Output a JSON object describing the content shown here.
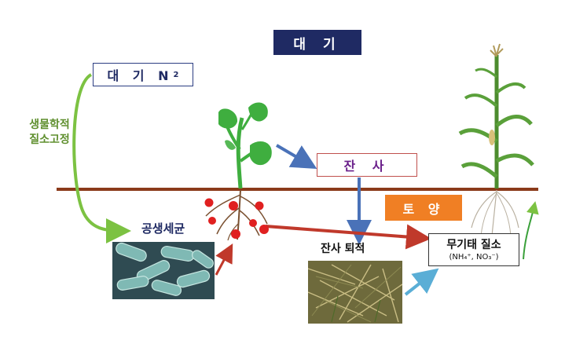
{
  "diagram": {
    "atmosphere_title": "대 기",
    "atmospheric_n2": {
      "label": "대 기 N",
      "subscript": "2"
    },
    "bio_fixation_lines": [
      "생물학적",
      "질소고정"
    ],
    "residue_label": "잔 사",
    "soil_label": "토 양",
    "symbiotic_bacteria_label": "공생세균",
    "residue_deposit_label": "잔사 퇴적",
    "inorganic_nitrogen": {
      "title": "무기태 질소",
      "formula": "(NH₄⁺, NO₃⁻)"
    }
  },
  "colors": {
    "atmosphere_box": "#1f2a63",
    "soil_box": "#f07f24",
    "soil_line": "#8b3a1a",
    "arrow_green": "#7cc242",
    "arrow_blue": "#4a72b8",
    "arrow_red": "#c0392b",
    "arrow_cyan": "#5aaed6",
    "nodule_red": "#e02020",
    "leaf_green": "#3fae3f"
  }
}
